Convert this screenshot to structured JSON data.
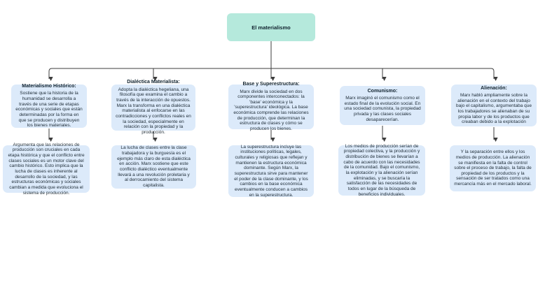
{
  "diagram": {
    "root_label": "El materialismo"
  },
  "colors": {
    "root_fill": "#b5e9dc",
    "node_fill": "#dceafa",
    "connector_line": "#3d3d3d",
    "text": "#1d2b36"
  },
  "branches": [
    {
      "title": "Materialismo Histórico:",
      "summary": "Sostiene que la historia de la humanidad se desarrolla a través de una serie de etapas económicas y sociales que están determinadas por la forma en que se producen y distribuyen los bienes materiales.",
      "detail": "Argumenta que las relaciones de producción son cruciales en cada etapa histórica y que el conflicto entre clases sociales es un motor clave del cambio histórico. Esto implica que la lucha de clases es inherente al desarrollo de la sociedad, y las estructuras económicas y sociales cambian a medida que evoluciona el sistema de producción."
    },
    {
      "title": "Dialéctica Materialista:",
      "summary": "Adopta la dialéctica hegeliana, una filosofía que examina el cambio a través de la interacción de opuestos. Marx la transforma en una dialéctica materialista al enfocarse en las contradicciones y conflictos reales en la sociedad, especialmente en relación con la propiedad y la producción.",
      "detail": "La lucha de clases entre la clase trabajadora y la burguesía es el ejemplo más claro de esta dialéctica en acción. Marx sostiene que este conflicto dialéctico eventualmente llevará a una revolución proletaria y al derrocamiento del sistema capitalista."
    },
    {
      "title": "Base y Superestructura:",
      "summary": "Marx divide la sociedad en dos componentes interconectados: la 'base' económica y la 'superestructura' ideológica. La base económica comprende las relaciones de producción, que determinan la estructura de clases y cómo se producen los bienes.",
      "detail": "La superestructura incluye las instituciones políticas, legales, culturales y religiosas que reflejan y mantienen la estructura económica dominante. Según Marx, la superestructura sirve para mantener el poder de la clase dominante, y los cambios en la base económica eventualmente conducen a cambios en la superestructura."
    },
    {
      "title": "Comunismo:",
      "summary": "Marx imaginó el comunismo como el estado final de la evolución social. En una sociedad comunista, la propiedad privada y las clases sociales desaparecerían.",
      "detail": "Los medios de producción serían de propiedad colectiva, y la producción y distribución de bienes se llevarían a cabo de acuerdo con las necesidades de la comunidad. Bajo el comunismo, la explotación y la alienación serían eliminadas, y se buscaría la satisfacción de las necesidades de todos en lugar de la búsqueda de beneficios individuales."
    },
    {
      "title": "Alienación:",
      "summary": "Marx habló ampliamente sobre la alienación en el contexto del trabajo bajo el capitalismo, argumentaba que los trabajadores se alienaban de su propia labor y de los productos que creaban debido a la explotación",
      "detail": "Y la separación entre ellos y los medios de producción. La alienación se manifiesta en la falta de control sobre el proceso de trabajo, la falta de propiedad de los productos y la sensación de ser tratados como una mercancía más en el mercado laboral."
    }
  ]
}
